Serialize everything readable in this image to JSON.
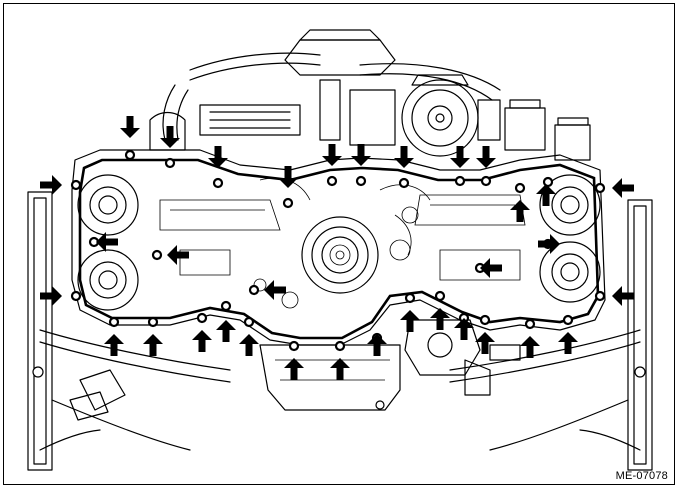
{
  "figure_code": "ME-07078",
  "colors": {
    "line": "#000000",
    "background": "#ffffff",
    "arrow": "#000000"
  },
  "arrow_count": 34,
  "bolt_marker_count": 34
}
